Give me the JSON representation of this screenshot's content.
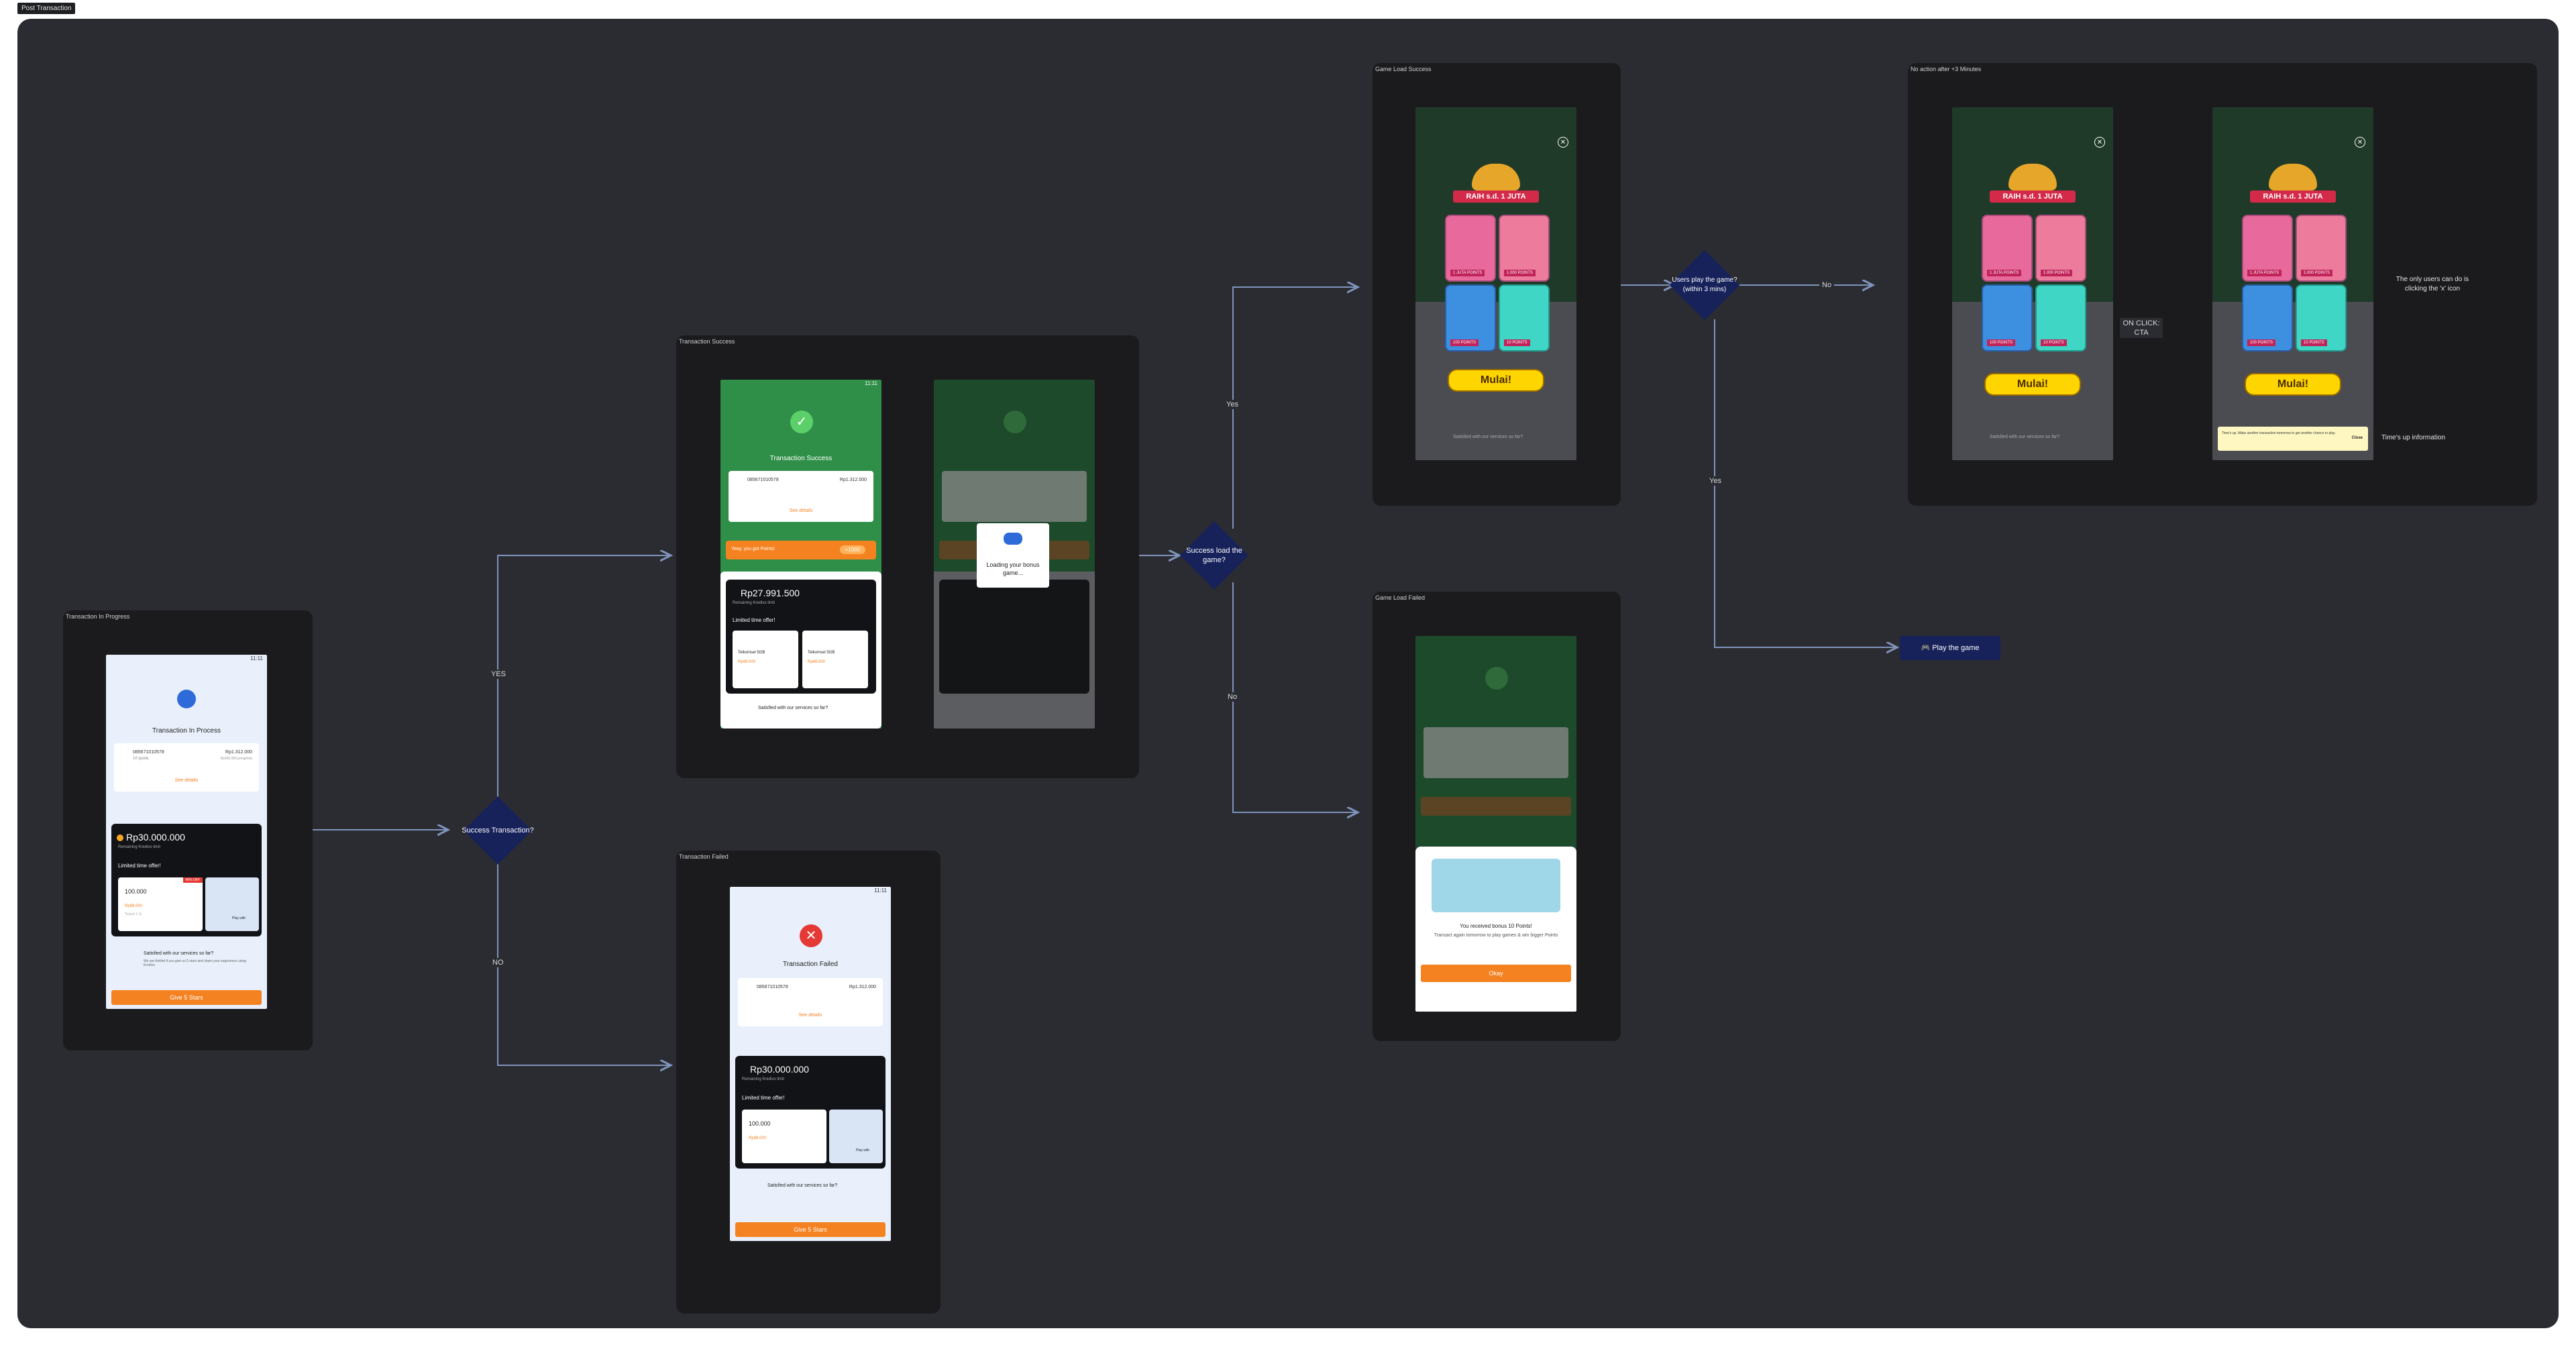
{
  "page": {
    "label": "Post Transaction"
  },
  "frames": {
    "in_progress": "Transaction In Progress",
    "success": "Transaction Success",
    "failed": "Transaction Failed",
    "game_load_success": "Game Load Success",
    "game_load_failed": "Game Load Failed",
    "no_action": "No action after +3 Minutes"
  },
  "decisions": {
    "success_transaction": "Success Transaction?",
    "success_load": "Success load the game?",
    "users_play": "Users play the game? (within 3 mins)"
  },
  "edges": {
    "yes_upper": "YES",
    "no_upper": "NO",
    "yes": "Yes",
    "no": "No",
    "on_click_cta": "ON CLICK: CTA"
  },
  "notes": {
    "close_only": "The only users can do is clicking the 'x' icon",
    "times_up": "Time's up information"
  },
  "play_node": "Play the game",
  "phone": {
    "time": "11:11",
    "in_progress_title": "Transaction In Process",
    "success_title": "Transaction Success",
    "failed_title": "Transaction Failed",
    "phone_number": "085671010578",
    "quota": "10 quota",
    "amount": "Rp1.312.000",
    "amount_sub": "Rp360.000 pengelola",
    "see_details": "See details",
    "points_text": "Yeay, you got Points!",
    "points_value": "+1000",
    "balance_30": "Rp30.000.000",
    "balance_27": "Rp27.991.500",
    "remaining": "Remaining Kredivo limit",
    "limited": "Limited time offer!",
    "offer_value": "100.000",
    "offer_price": "Rp98.000",
    "offer_badge": "40% OFF",
    "offer_sub": "Terjual 1.1k",
    "play_with": "Play with",
    "telkomsel": "Telkomsel 5GB",
    "telkomsel_price": "Rp48.000",
    "satisfied": "Satisfied with our services so far?",
    "satisfied_sub": "We are thrilled if you give us 5 stars and share your experience using Kredivo",
    "give_stars": "Give 5 Stars",
    "loading": "Loading your bonus game...",
    "ribbon": "RAIH s.d. 1 JUTA",
    "points_1juta": "1 JUTA POINTS",
    "points_1000": "1.000 POINTS",
    "points_100": "100 POINTS",
    "points_10": "10 POINTS",
    "mulai": "Mulai!",
    "timesup_msg": "Time's up. Make another transaction tomorrow to get another chance to play.",
    "close": "Close",
    "bonus_title": "You received bonus 10 Points!",
    "bonus_sub": "Transact again tomorrow to play games & win bigger Points",
    "okay": "Okay"
  },
  "colors": {
    "canvas": "#2b2c31",
    "frame": "#1b1b1d",
    "diamond": "#17215a",
    "connector": "#7f94bd",
    "green": "#2f8f48",
    "orange": "#f58220",
    "yellow": "#ffd500"
  }
}
